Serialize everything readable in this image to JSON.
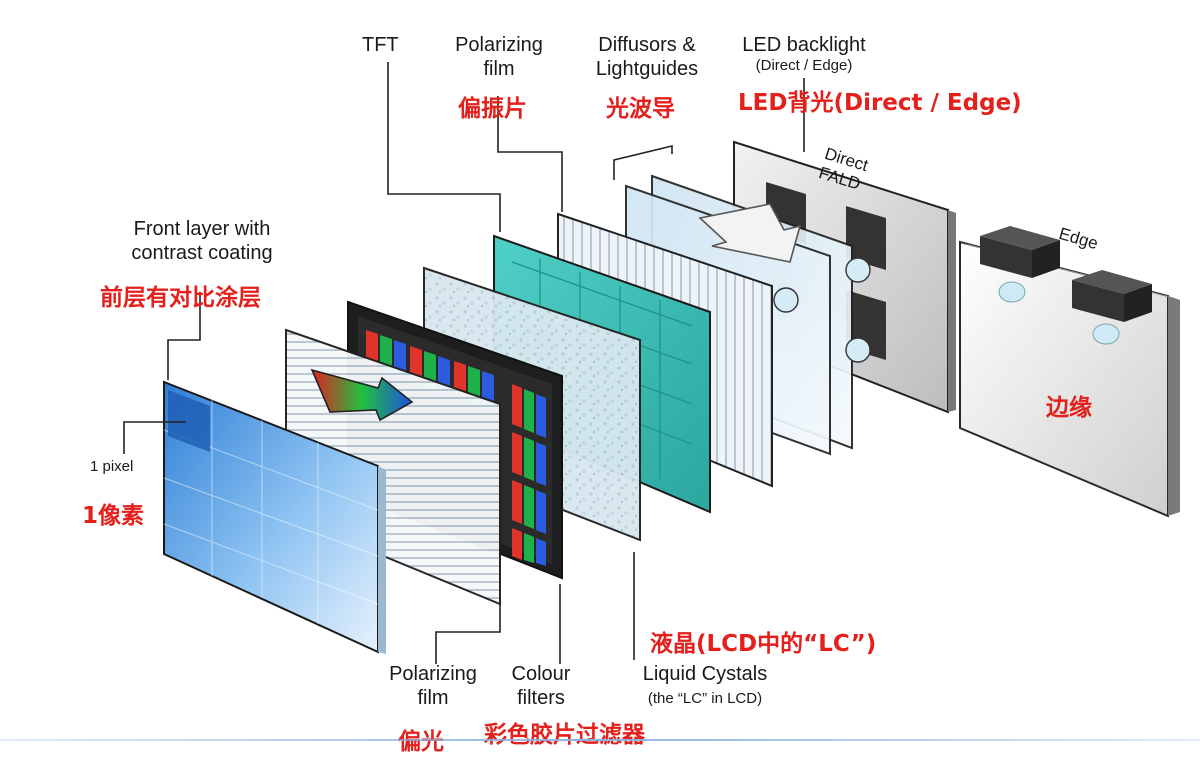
{
  "colors": {
    "label_en": "#1a1a1a",
    "label_cn": "#e3201b",
    "pixel_panel": "#5aa0e6",
    "polarizer_cyan": "#3fbfb8",
    "frame_dark": "#2b2b2b",
    "backlight_grey": "#d9d9d9"
  },
  "labels": {
    "tft": {
      "en": "TFT"
    },
    "polarizing_film_top": {
      "en_line1": "Polarizing",
      "en_line2": "film",
      "cn": "偏振片"
    },
    "diffusors": {
      "en_line1": "Diffusors &",
      "en_line2": "Lightguides",
      "cn": "光波导"
    },
    "led_backlight": {
      "en_line1": "LED backlight",
      "en_sub": "(Direct / Edge)",
      "cn": "LED背光(Direct / Edge)"
    },
    "front_layer": {
      "en_line1": "Front layer with",
      "en_line2": "contrast coating",
      "cn": "前层有对比涂层"
    },
    "pixel": {
      "en": "1 pixel",
      "cn": "1像素"
    },
    "polarizing_film_bottom": {
      "en_line1": "Polarizing",
      "en_line2": "film",
      "cn": "偏光"
    },
    "colour_filters": {
      "en_line1": "Colour",
      "en_line2": "filters",
      "cn": "彩色胶片过滤器"
    },
    "liquid_crystals": {
      "en_line1": "Liquid Cystals",
      "en_sub": "(the “LC” in LCD)",
      "cn": "液晶(LCD中的“LC”)"
    },
    "direct_fald": {
      "line1": "Direct",
      "line2": "FALD"
    },
    "edge_panel": {
      "en": "Edge",
      "cn": "边缘"
    }
  }
}
